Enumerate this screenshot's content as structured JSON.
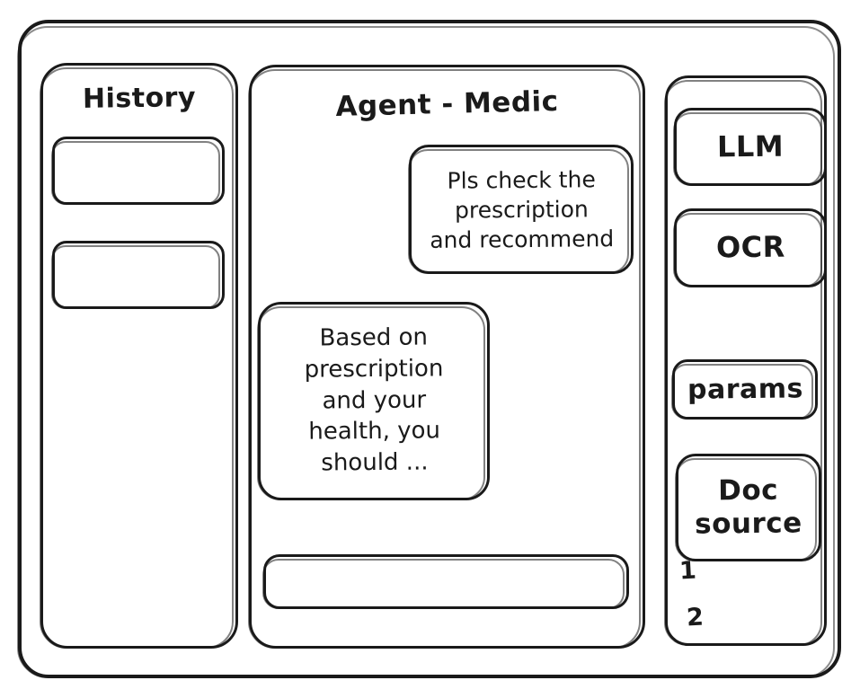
{
  "window": {
    "name": "agent-wireframe-window"
  },
  "history": {
    "title": "History",
    "items": [
      {
        "label": ""
      },
      {
        "label": ""
      }
    ]
  },
  "chat": {
    "title": "Agent - Medic",
    "messages": [
      {
        "role": "user",
        "text": "Pls check the\nprescription\nand recommend"
      },
      {
        "role": "assistant",
        "text": "Based on\nprescription\nand your\nhealth, you\nshould ..."
      }
    ],
    "composer": {
      "value": "",
      "placeholder": ""
    }
  },
  "tools": {
    "buttons": [
      {
        "label": "LLM"
      },
      {
        "label": "OCR"
      },
      {
        "label": "params"
      },
      {
        "label": "Doc\nsource"
      }
    ],
    "doc_entries": [
      "1",
      "2"
    ]
  },
  "colors": {
    "ink": "#1a1a1a",
    "background": "#ffffff"
  }
}
